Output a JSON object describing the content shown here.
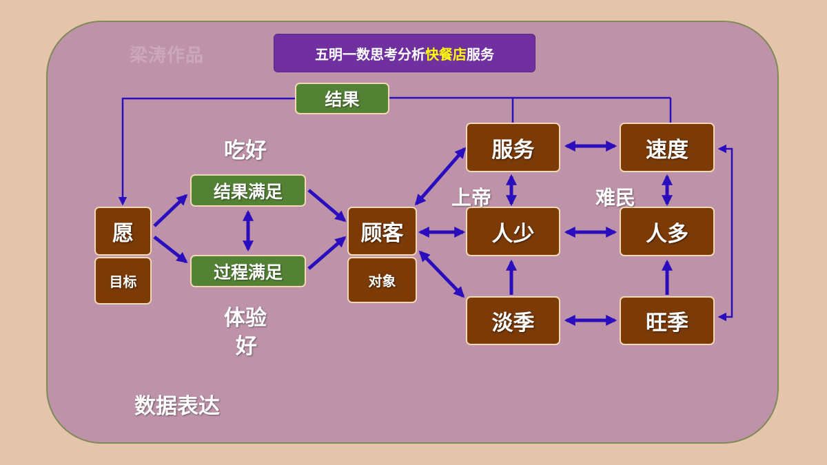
{
  "watermark": "梁涛作品",
  "title": {
    "prefix": "五明一数思考分析",
    "highlight": "快餐店",
    "suffix": "服务",
    "highlight_color": "#ffff00",
    "background": "#7030a0"
  },
  "colors": {
    "slide_bg": "#e5c4ac",
    "panel_bg": "#be93aa",
    "node_brown": "#7b3a06",
    "node_green": "#548235",
    "arrow": "#2a0dbd"
  },
  "nodes": {
    "result": "结果",
    "wish": "愿",
    "goal": "目标",
    "result_satisfied": "结果满足",
    "process_satisfied": "过程满足",
    "customer": "顾客",
    "object": "对象",
    "service": "服务",
    "speed": "速度",
    "few_people": "人少",
    "many_people": "人多",
    "off_season": "淡季",
    "peak_season": "旺季"
  },
  "labels": {
    "eat_well": "吃好",
    "experience_good_line1": "体验",
    "experience_good_line2": "好",
    "god": "上帝",
    "refugee": "难民",
    "data_expression": "数据表达"
  }
}
